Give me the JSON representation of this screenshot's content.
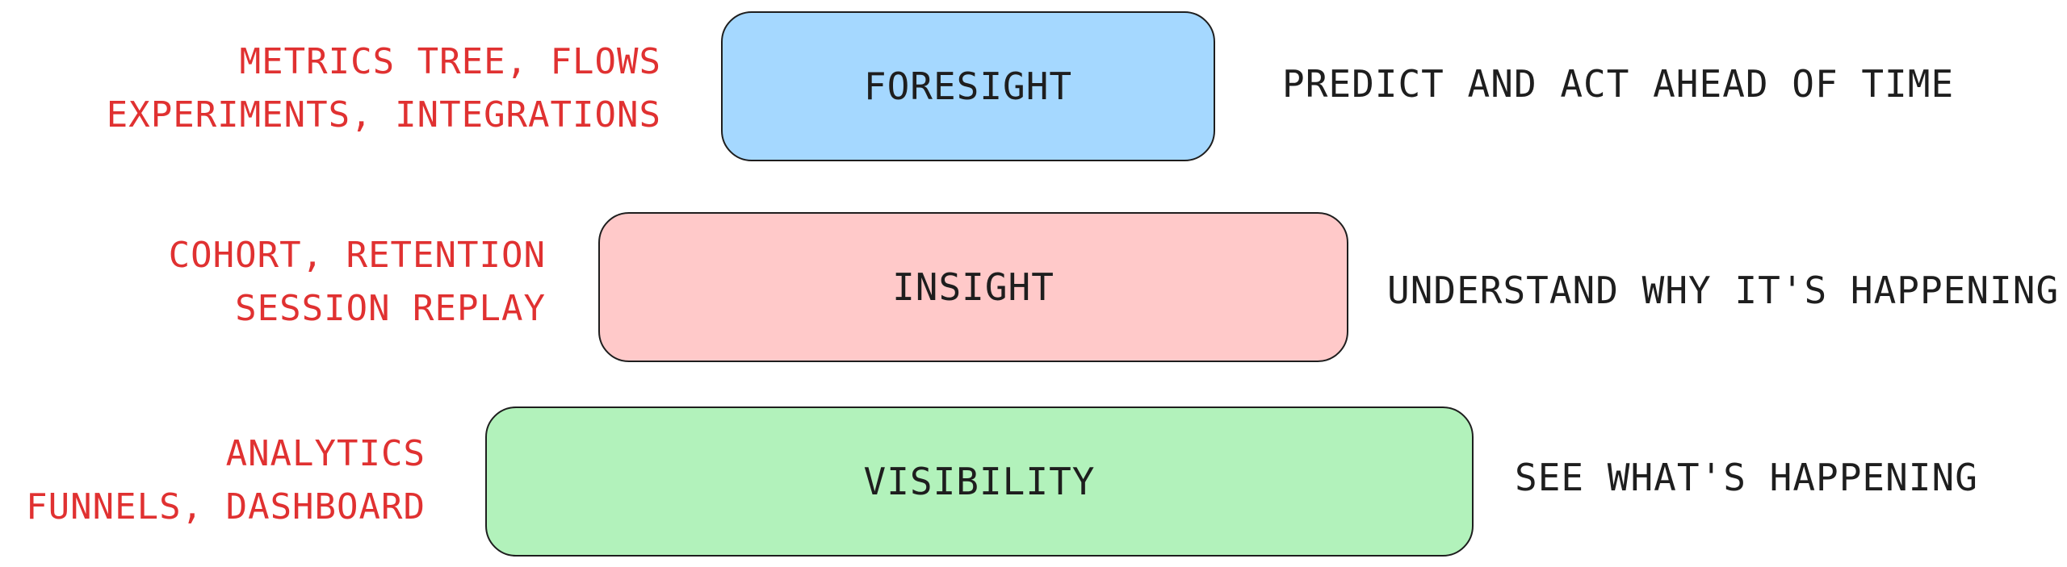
{
  "tiers": {
    "foresight": {
      "label": "FORESIGHT",
      "features": [
        "METRICS TREE, FLOWS",
        "EXPERIMENTS, INTEGRATIONS"
      ],
      "description": "PREDICT AND ACT AHEAD OF TIME",
      "fill": "#a5d8ff"
    },
    "insight": {
      "label": "INSIGHT",
      "features": [
        "COHORT, RETENTION",
        "SESSION REPLAY"
      ],
      "description": "UNDERSTAND WHY IT'S HAPPENING",
      "fill": "#ffc9c9"
    },
    "visibility": {
      "label": "VISIBILITY",
      "features": [
        "ANALYTICS",
        "FUNNELS, DASHBOARD"
      ],
      "description": "SEE WHAT'S HAPPENING",
      "fill": "#b2f2bb"
    }
  },
  "colors": {
    "feature_text": "#e03131",
    "label_text": "#1e1e1e",
    "stroke": "#1e1e1e"
  }
}
